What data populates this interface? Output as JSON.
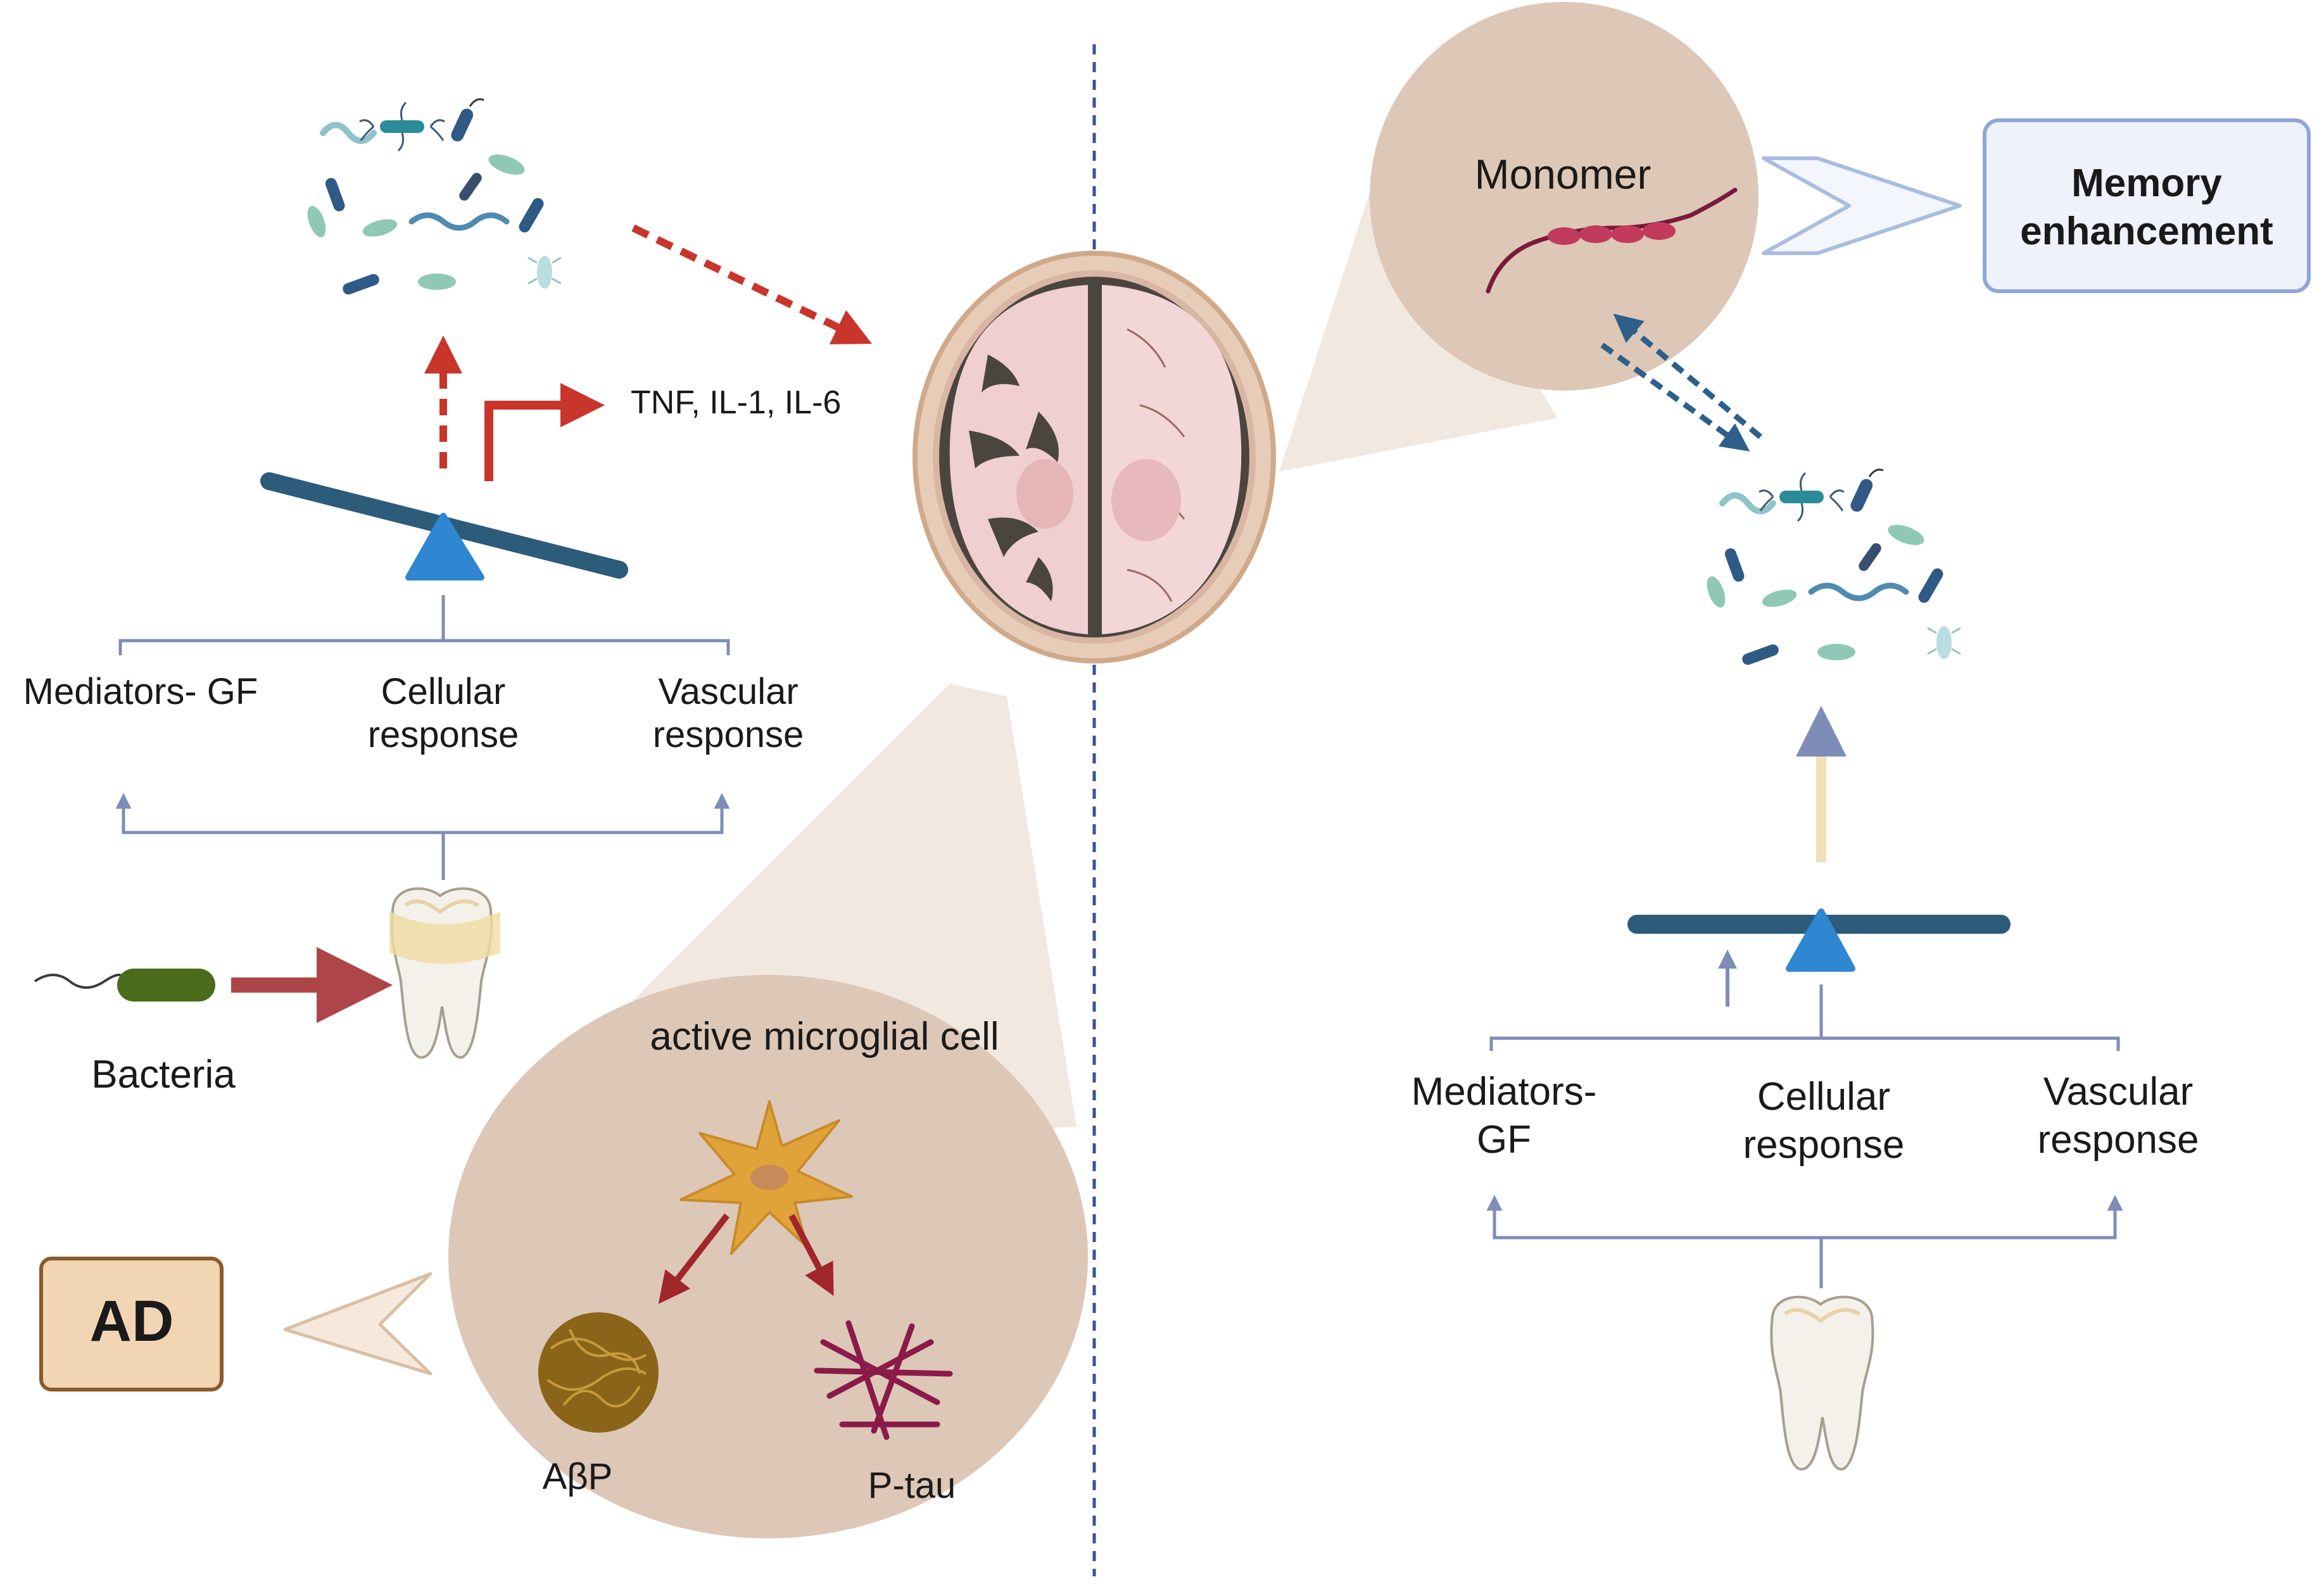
{
  "left": {
    "inflammation_label": "TNF, IL-1, IL-6",
    "branches": {
      "mediators": [
        "Mediators- GF"
      ],
      "cellular": [
        "Cellular",
        "response"
      ],
      "vascular": [
        "Vascular",
        "response"
      ]
    },
    "bacteria_label": "Bacteria",
    "microglia_label": "active microglial cell",
    "abeta_label": "AβP",
    "ptau_label": "P-tau",
    "outcome_label": "AD"
  },
  "right": {
    "monomer_label": "Monomer",
    "outcome_label": [
      "Memory",
      "enhancement"
    ],
    "branches": {
      "mediators": [
        "Mediators-",
        "GF"
      ],
      "cellular": [
        "Cellular",
        "response"
      ],
      "vascular": [
        "Vascular",
        "response"
      ]
    }
  },
  "colors": {
    "red_arrow": "#c8352b",
    "blue_dashed": "#2e5f8a",
    "seesaw_bar": "#2d5b7a",
    "fulcrum": "#2f86d1",
    "tree_line": "#7e8cb8",
    "tan_bubble": "#ddc7b6",
    "tan_bubble_light": "#efe4db",
    "ad_box_fill": "#f2d6b3",
    "ad_box_stroke": "#8b5a2b",
    "memory_box_fill": "#eef2fa",
    "memory_box_stroke": "#8fa6d6",
    "divider": "#3b4f99"
  },
  "icons": [
    "bacteria-cluster-icon",
    "brain-section-icon",
    "tooth-icon",
    "rod-bacterium-icon",
    "microglia-icon",
    "amyloid-plaque-icon",
    "tau-tangle-icon",
    "protein-monomer-icon"
  ]
}
